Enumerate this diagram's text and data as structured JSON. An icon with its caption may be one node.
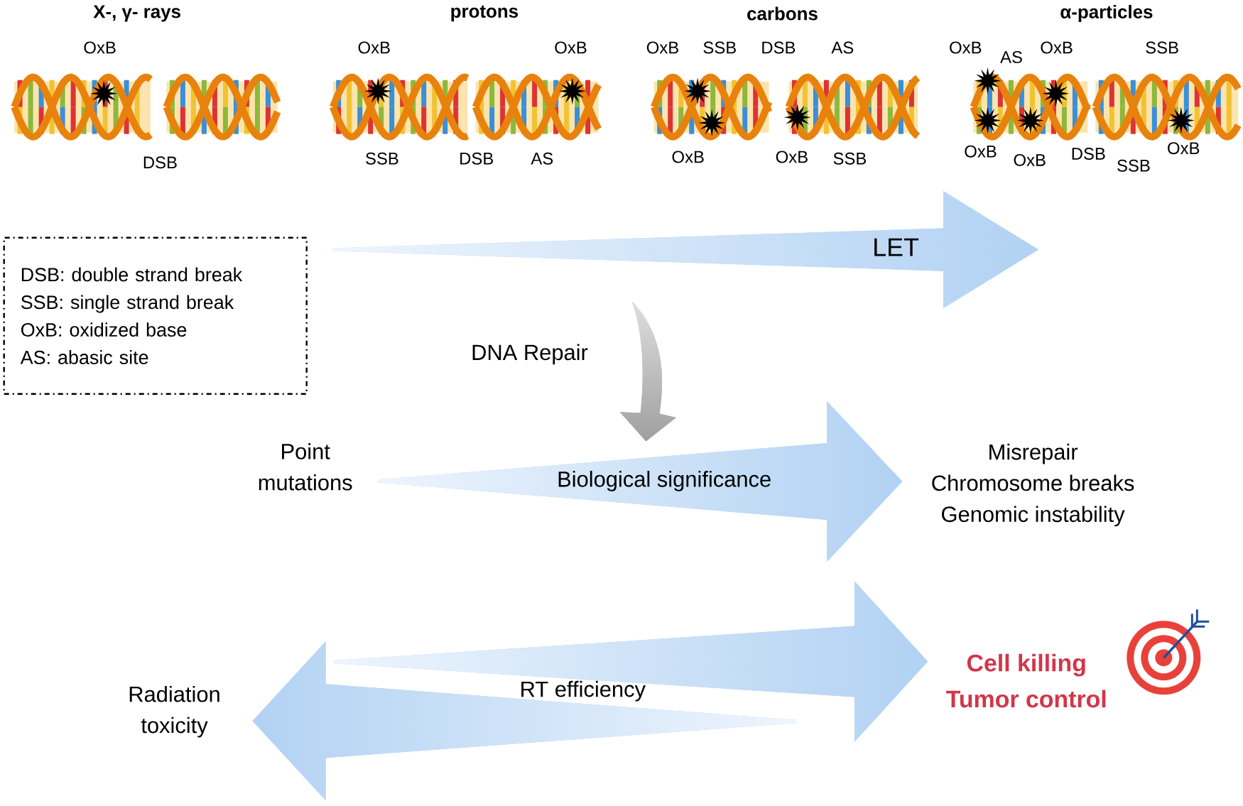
{
  "diagram": {
    "nodes": [
      {
        "text": [
          "DSB: double strand break",
          "SSB: single strand break",
          "OxB: oxidized base",
          "AS: abasic site"
        ]
      },
      {
        "text": [
          "Point mutations"
        ]
      },
      {
        "text": [
          "Misrepair",
          "Chromosome breaks",
          "Genomic instability"
        ]
      },
      {
        "text": [
          "Radiation toxicity"
        ]
      },
      {
        "text": [
          "Cell killing",
          "Tumor control"
        ]
      }
    ],
    "edges": [
      {
        "from": 1,
        "to": 2,
        "arrow": "to",
        "label": "Biological significance",
        "style": "thick"
      },
      {
        "from": null,
        "to": 4,
        "arrow": "to",
        "style": "thick"
      },
      {
        "from": null,
        "to": 3,
        "arrow": "to",
        "label": "RT efficiency",
        "style": "thick"
      }
    ],
    "labels": [
      "X-, γ- rays",
      "protons",
      "carbons",
      "α-particles",
      "OxB",
      "DSB",
      "OxB",
      "OxB",
      "SSB",
      "DSB",
      "AS",
      "OxB",
      "SSB",
      "DSB",
      "AS",
      "OxB",
      "OxB",
      "SSB",
      "OxB",
      "AS",
      "OxB",
      "SSB",
      "OxB",
      "OxB",
      "DSB",
      "SSB",
      "OxB",
      "LET",
      "DNA Repair"
    ]
  }
}
